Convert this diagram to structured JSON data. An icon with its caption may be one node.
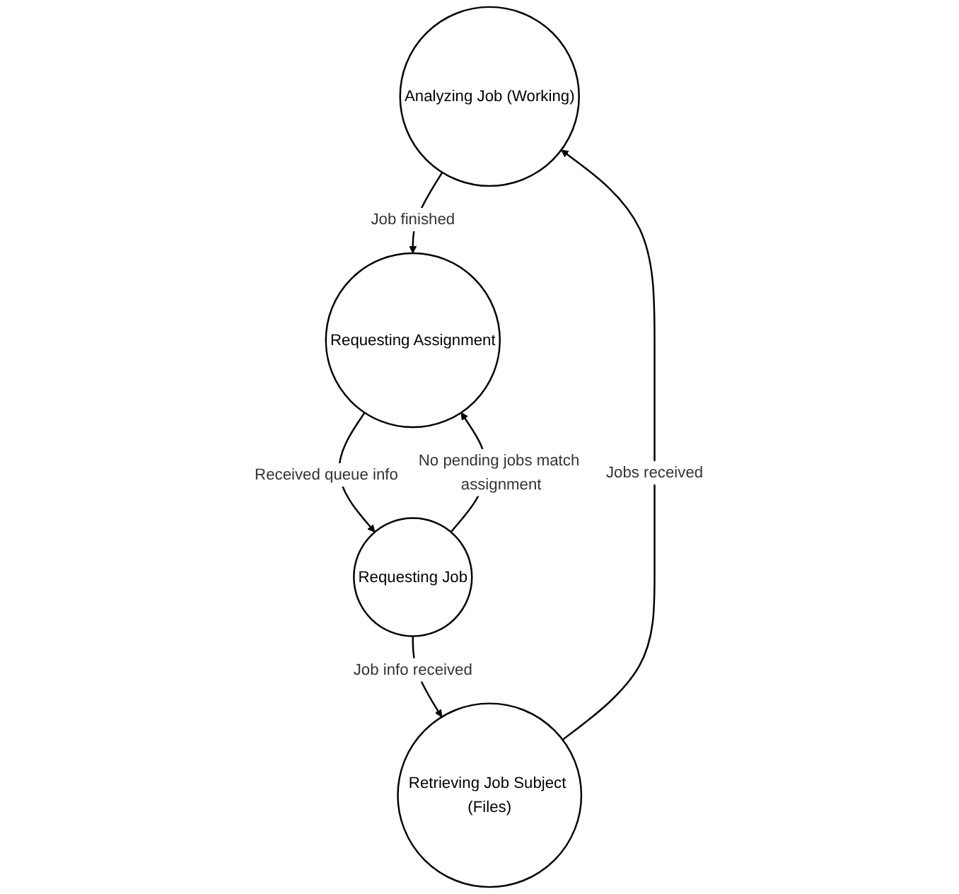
{
  "diagram": {
    "nodes": [
      {
        "text": [
          "Analyzing Job (Working)"
        ]
      },
      {
        "text": [
          "Requesting Assignment"
        ]
      },
      {
        "text": [
          "Retrieving Job Subject (Files)"
        ]
      },
      {
        "text": [
          "Requesting Job"
        ]
      }
    ],
    "edges": [
      {
        "from": 0,
        "to": 1,
        "arrow": "to",
        "label": "Job finished"
      },
      {
        "from": 1,
        "to": 3,
        "arrow": "to",
        "label": "Received queue info"
      },
      {
        "from": 3,
        "to": 2,
        "arrow": "to",
        "label": "Job info received"
      },
      {
        "from": 2,
        "to": 0,
        "arrow": "to",
        "label": "Jobs received"
      },
      {
        "from": 3,
        "to": 1,
        "arrow": "to",
        "label": "No pending jobs match assignment"
      }
    ]
  }
}
